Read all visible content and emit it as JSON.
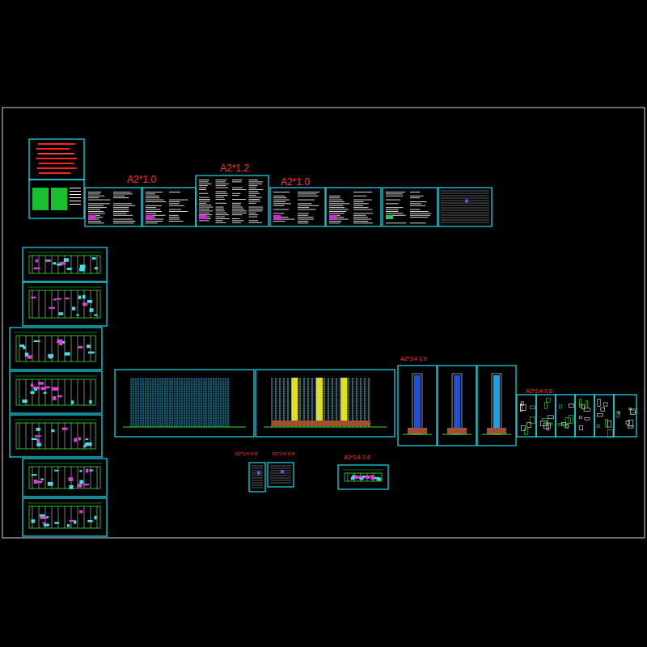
{
  "diagram": {
    "labels": [
      "A2*1.0",
      "A2*1.2",
      "A2*1.0",
      "A2*1/4 1.0",
      "A2*1/4 0.8",
      "A2*1/4 0.8",
      "A2*1/4 0.8",
      "A3*1/4 0.6"
    ]
  }
}
